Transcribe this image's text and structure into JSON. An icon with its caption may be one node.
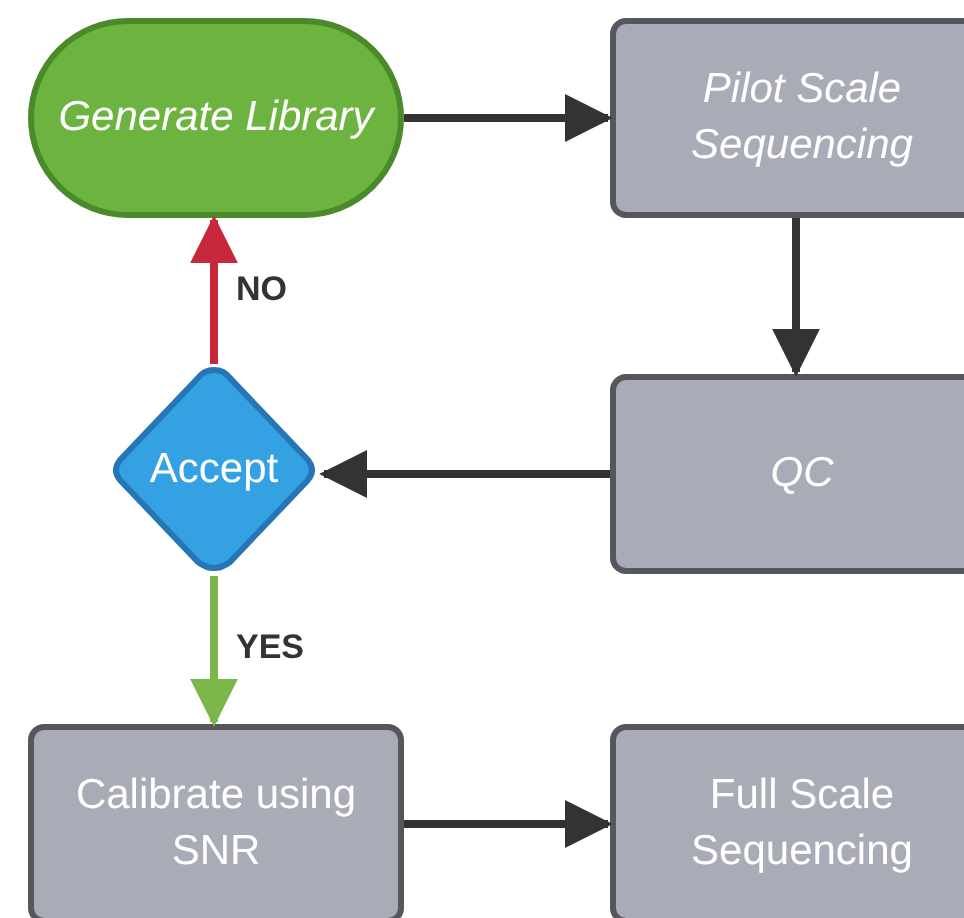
{
  "diagram": {
    "nodes": [
      {
        "text": [
          "Generate Library"
        ]
      },
      {
        "text": [
          "Pilot Scale Sequencing"
        ]
      },
      {
        "text": [
          "QC"
        ]
      },
      {
        "text": [
          "Accept"
        ]
      },
      {
        "text": [
          "Calibrate using SNR"
        ]
      },
      {
        "text": [
          "Full Scale Sequencing"
        ]
      }
    ],
    "edges": [
      {
        "from": 0,
        "to": 1,
        "arrow": "to"
      },
      {
        "from": 1,
        "to": 2,
        "arrow": "to"
      },
      {
        "from": 2,
        "to": 3,
        "arrow": "to"
      },
      {
        "from": 3,
        "to": 0,
        "arrow": "to",
        "label": "NO",
        "color": "#c8283c"
      },
      {
        "from": 3,
        "to": 4,
        "arrow": "to",
        "label": "YES",
        "color": "#7ab648"
      },
      {
        "from": 4,
        "to": 5,
        "arrow": "to"
      }
    ]
  }
}
